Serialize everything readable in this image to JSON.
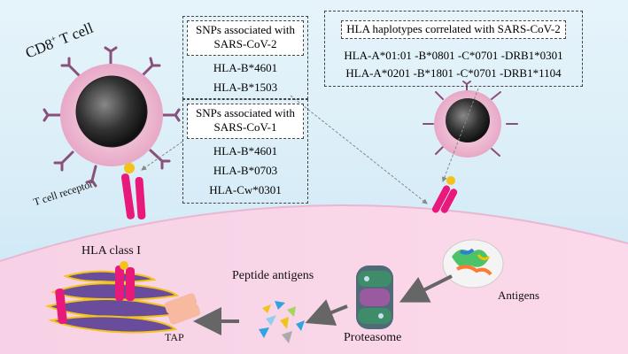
{
  "cd8": {
    "main": "CD8",
    "sup": "+",
    "rest": " T cell"
  },
  "tcr_label": "T cell receptor",
  "box_cov2": {
    "title_line1": "SNPs associated with",
    "title_line2": "SARS-CoV-2",
    "items": [
      "HLA-B*4601",
      "HLA-B*1503"
    ]
  },
  "box_cov1": {
    "title_line1": "SNPs associated with",
    "title_line2": "SARS-CoV-1",
    "items": [
      "HLA-B*4601",
      "HLA-B*0703",
      "HLA-Cw*0301"
    ]
  },
  "box_haplo": {
    "title": "HLA haplotypes correlated with SARS-CoV-2",
    "rows": [
      "HLA-A*01:01 -B*0801 -C*0701 -DRB1*0301",
      "HLA-A*0201 -B*1801 -C*0701 -DRB1*1104"
    ]
  },
  "labels": {
    "hla_class1": "HLA class I",
    "peptide_antigens": "Peptide antigens",
    "antigens": "Antigens",
    "proteasome": "Proteasome",
    "tap": "TAP"
  },
  "colors": {
    "membrane": "#f2b8d9",
    "tcr": "#e8197a",
    "receptor_arms": "#8a4f7a",
    "arrow": "#666666"
  }
}
